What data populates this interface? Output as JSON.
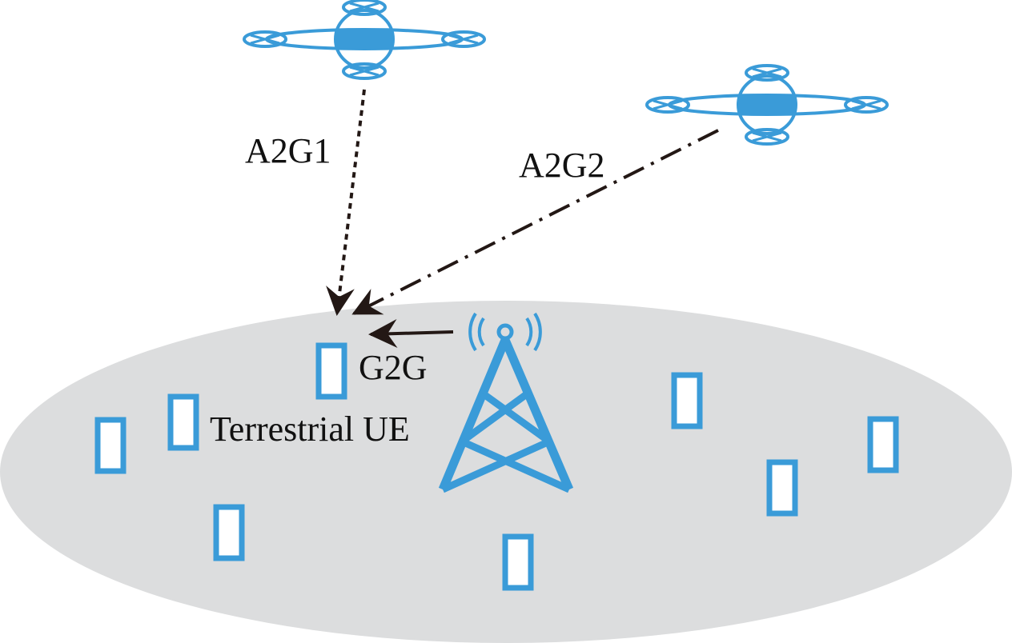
{
  "labels": {
    "a2g1": "A2G1",
    "a2g2": "A2G2",
    "g2g": "G2G",
    "terrestrial_ue": "Terrestrial UE"
  },
  "icons": {
    "drone": "drone-icon",
    "tower": "cell-tower-icon",
    "ue": "phone-icon"
  },
  "colors": {
    "accent": "#3a9bd8",
    "ground": "#dcddde",
    "link": "#231815"
  }
}
